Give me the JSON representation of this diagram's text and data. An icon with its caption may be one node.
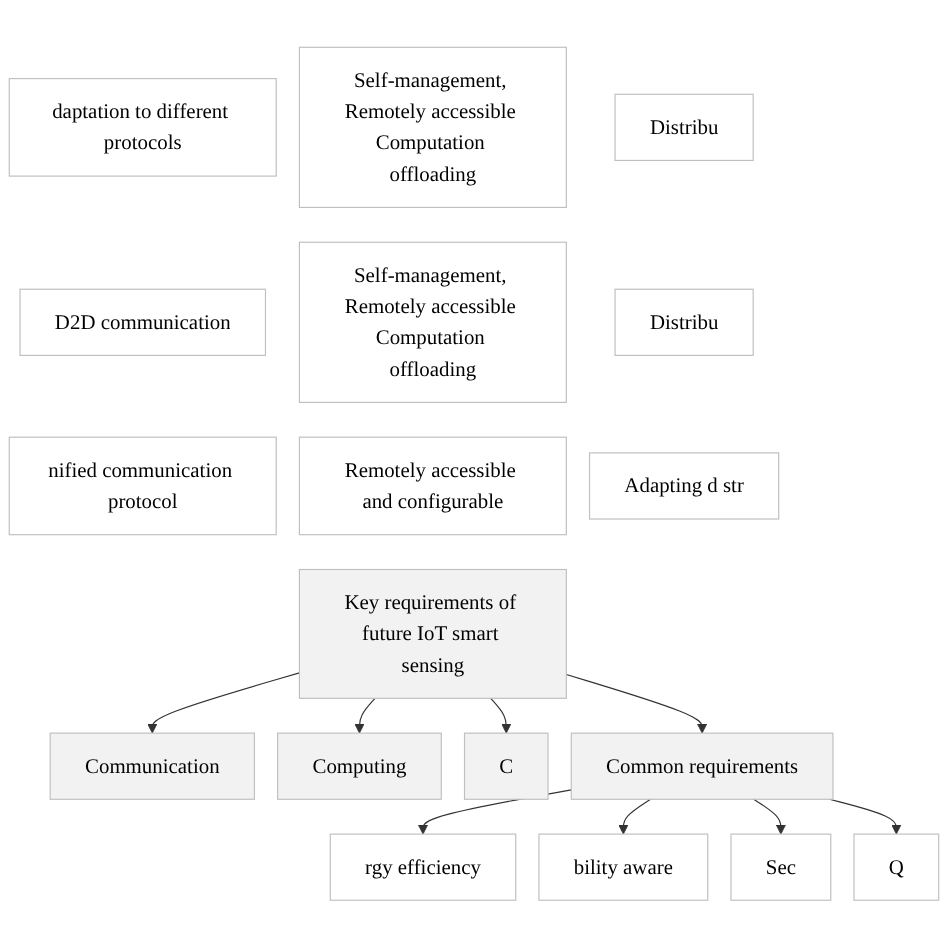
{
  "diagram": {
    "nodes": [
      {
        "text": [
          "daptation to different protocols"
        ]
      },
      {
        "text": [
          "Self-management, Remotely accessible Computation offloading"
        ]
      },
      {
        "text": [
          "Distribu"
        ]
      },
      {
        "text": [
          "D2D communication"
        ]
      },
      {
        "text": [
          "Self-management, Remotely accessible Computation offloading"
        ]
      },
      {
        "text": [
          "Distribu"
        ]
      },
      {
        "text": [
          "nified communication protocol"
        ]
      },
      {
        "text": [
          "Remotely accessible and configurable"
        ]
      },
      {
        "text": [
          "Adapting d str"
        ]
      },
      {
        "text": [
          "Communication"
        ]
      },
      {
        "text": [
          "Computing"
        ]
      },
      {
        "text": [
          "C"
        ]
      },
      {
        "text": [
          "Key requirements of future IoT smart sensing"
        ]
      },
      {
        "text": [
          "rgy efficiency"
        ]
      },
      {
        "text": [
          "Sec"
        ]
      },
      {
        "text": [
          "Common requirements"
        ]
      },
      {
        "text": [
          "bility aware"
        ]
      },
      {
        "text": [
          "Q"
        ]
      }
    ],
    "edges": [
      {
        "from": 12,
        "to": 9,
        "arrow": "to"
      },
      {
        "from": 12,
        "to": 10,
        "arrow": "to"
      },
      {
        "from": 12,
        "to": 11,
        "arrow": "to"
      },
      {
        "from": 12,
        "to": 15,
        "arrow": "to"
      },
      {
        "from": 15,
        "to": 13,
        "arrow": "to"
      },
      {
        "from": 15,
        "to": 16,
        "arrow": "to"
      },
      {
        "from": 15,
        "to": 14,
        "arrow": "to"
      },
      {
        "from": 15,
        "to": 17,
        "arrow": "to"
      }
    ]
  }
}
